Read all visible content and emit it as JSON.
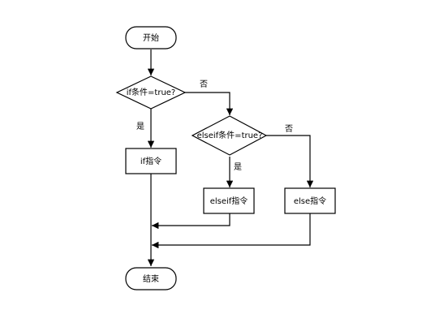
{
  "nodes": {
    "start": "开始",
    "cond_if": "if条件=true?",
    "cond_elseif": "elseif条件=true?",
    "if_instr": "if指令",
    "elseif_instr": "elseif指令",
    "else_instr": "else指令",
    "end": "结束"
  },
  "edge_labels": {
    "if_no": "否",
    "if_yes": "是",
    "elseif_no": "否",
    "elseif_yes": "是"
  }
}
